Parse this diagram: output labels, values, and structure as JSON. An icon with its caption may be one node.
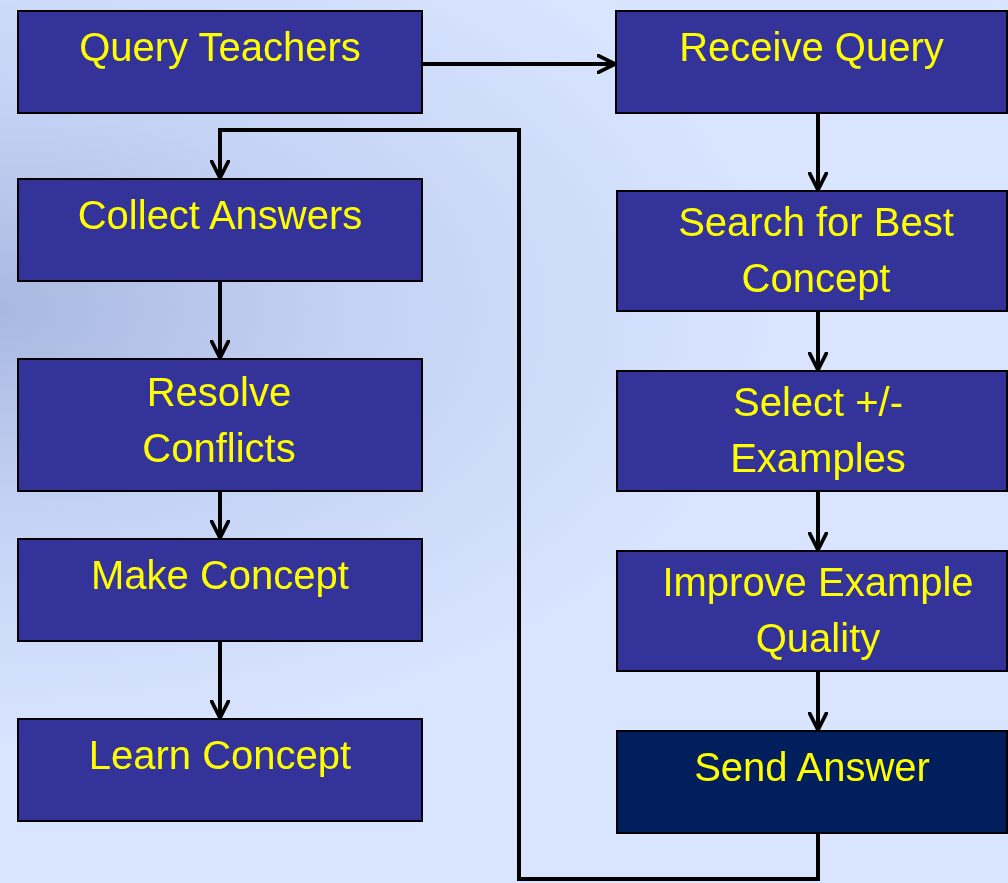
{
  "diagram": {
    "nodes": [
      {
        "text": [
          "Query Teachers"
        ]
      },
      {
        "text": [
          "Receive Query"
        ]
      },
      {
        "text": [
          "Search for Best Concept"
        ]
      },
      {
        "text": [
          "Select +/- Examples"
        ]
      },
      {
        "text": [
          "Improve Example Quality"
        ]
      },
      {
        "text": [
          "Send Answer"
        ]
      },
      {
        "text": [
          "Collect Answers"
        ]
      },
      {
        "text": [
          "Resolve Conflicts"
        ]
      },
      {
        "text": [
          "Make Concept"
        ]
      },
      {
        "text": [
          "Learn Concept"
        ]
      }
    ],
    "edges": [
      {
        "from": 0,
        "to": 1,
        "arrow": "to"
      },
      {
        "from": 1,
        "to": 2,
        "arrow": "to"
      },
      {
        "from": 2,
        "to": 3,
        "arrow": "to"
      },
      {
        "from": 3,
        "to": 4,
        "arrow": "to"
      },
      {
        "from": 4,
        "to": 5,
        "arrow": "to"
      },
      {
        "from": 5,
        "to": 6,
        "arrow": "to"
      },
      {
        "from": 6,
        "to": 7,
        "arrow": "to"
      },
      {
        "from": 7,
        "to": 8,
        "arrow": "to"
      },
      {
        "from": 8,
        "to": 9,
        "arrow": "to"
      }
    ]
  }
}
